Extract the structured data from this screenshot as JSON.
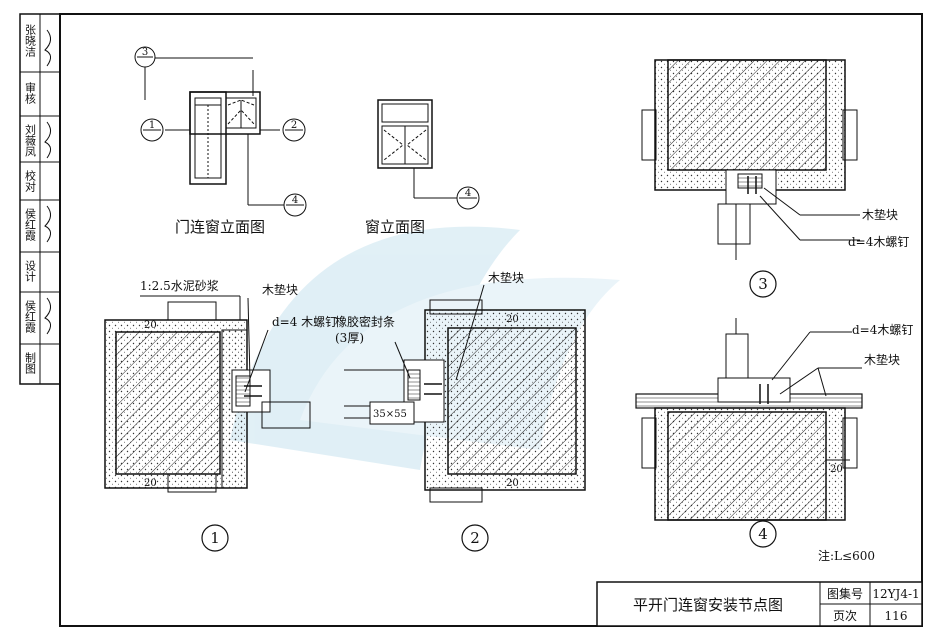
{
  "side_block": {
    "names": [
      "张晓洁",
      "刘薇凤",
      "侯红霞",
      "侯红霞"
    ],
    "roles": [
      "审核",
      "校对",
      "设计",
      "制图"
    ]
  },
  "elevations": {
    "door_window_caption": "门连窗立面图",
    "window_caption": "窗立面图",
    "markers": [
      "3",
      "1",
      "2",
      "4",
      "4"
    ]
  },
  "detail1": {
    "number": "1",
    "labels": {
      "mortar": "1:2.5水泥砂浆",
      "block": "木垫块",
      "screw": "d=4  木螺钉"
    },
    "dims": [
      "20",
      "20"
    ]
  },
  "detail2": {
    "number": "2",
    "labels": {
      "seal": "橡胶密封条",
      "seal_note": "(3厚)",
      "block": "木垫块",
      "section": "35×55"
    },
    "dims": [
      "20",
      "20"
    ]
  },
  "detail3": {
    "number": "3",
    "labels": {
      "block": "木垫块",
      "screw": "d=4木螺钉"
    }
  },
  "detail4": {
    "number": "4",
    "labels": {
      "screw": "d=4木螺钉",
      "block": "木垫块"
    },
    "dims": [
      "20"
    ]
  },
  "note": "注:L≤600",
  "title_block": {
    "title": "平开门连窗安装节点图",
    "atlas_label": "图集号",
    "atlas_value": "12YJ4-1",
    "page_label": "页次",
    "page_value": "116"
  }
}
